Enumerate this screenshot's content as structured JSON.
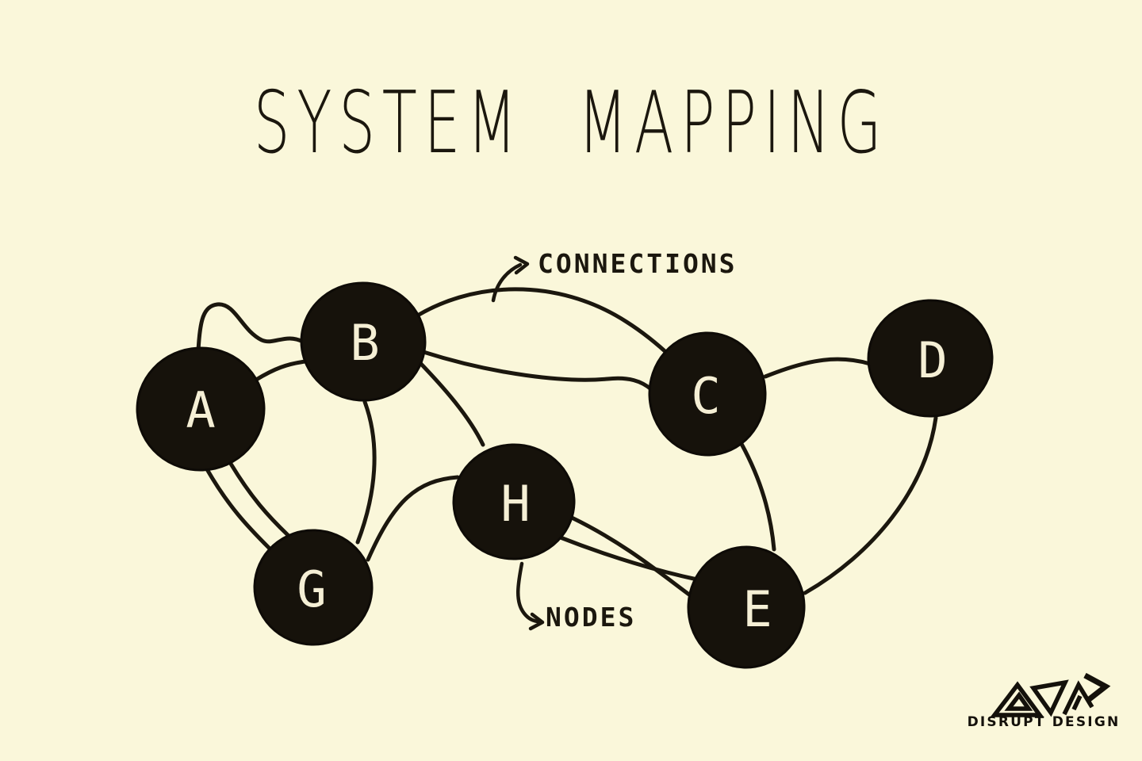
{
  "title": "SYSTEM MAPPING",
  "annotations": {
    "connections_label": "CONNECTIONS",
    "nodes_label": "NODES"
  },
  "logo": {
    "brand": "DISRUPT DESIGN"
  },
  "colors": {
    "background": "#FAF7DA",
    "ink": "#1B170E",
    "node_fill": "#16120B",
    "node_letter": "#F5EFD5"
  },
  "diagram": {
    "type": "undirected-node-link-graph",
    "nodes": [
      {
        "id": "A",
        "label": "A"
      },
      {
        "id": "B",
        "label": "B"
      },
      {
        "id": "C",
        "label": "C"
      },
      {
        "id": "D",
        "label": "D"
      },
      {
        "id": "E",
        "label": "E"
      },
      {
        "id": "G",
        "label": "G"
      },
      {
        "id": "H",
        "label": "H"
      }
    ],
    "edges": [
      [
        "A",
        "B"
      ],
      [
        "A",
        "B"
      ],
      [
        "A",
        "G"
      ],
      [
        "A",
        "G"
      ],
      [
        "B",
        "C"
      ],
      [
        "B",
        "C"
      ],
      [
        "B",
        "H"
      ],
      [
        "B",
        "G"
      ],
      [
        "G",
        "H"
      ],
      [
        "C",
        "D"
      ],
      [
        "C",
        "E"
      ],
      [
        "D",
        "E"
      ],
      [
        "H",
        "E"
      ],
      [
        "H",
        "E"
      ]
    ]
  }
}
